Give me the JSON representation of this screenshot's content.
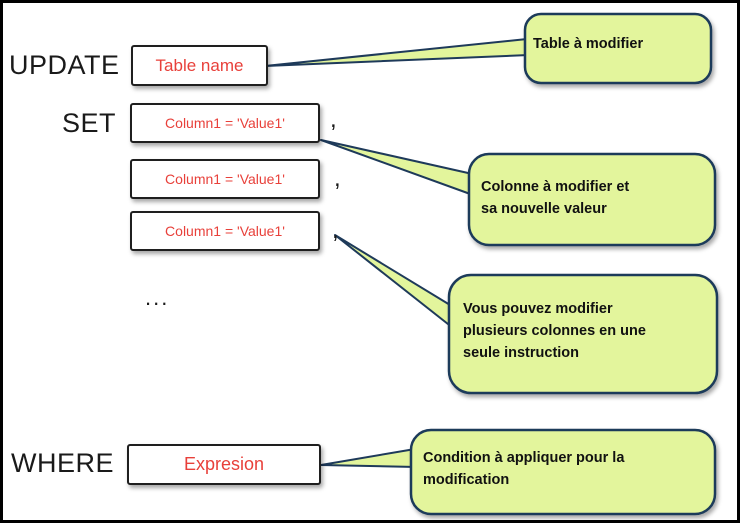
{
  "keywords": {
    "update": "UPDATE",
    "set": "SET",
    "where": "WHERE"
  },
  "boxes": {
    "table_name": "Table name",
    "set_rows": [
      {
        "text": "Column1 = 'Value1'",
        "separator": ","
      },
      {
        "text": "Column1 = 'Value1'",
        "separator": ","
      },
      {
        "text": "Column1 = 'Value1'",
        "separator": ","
      }
    ],
    "ellipsis": "...",
    "expression": "Expresion"
  },
  "callouts": {
    "table": "Table à modifier",
    "column": "Colonne à modifier et\nsa nouvelle valeur",
    "multiple": "Vous pouvez modifier\nplusieurs colonnes en une\nseule instruction",
    "condition": "Condition à appliquer pour la\nmodification"
  },
  "colors": {
    "box_text": "#e8403a",
    "callout_fill": "#e3f59c",
    "connector": "#1e3a5a",
    "frame": "#000000"
  }
}
